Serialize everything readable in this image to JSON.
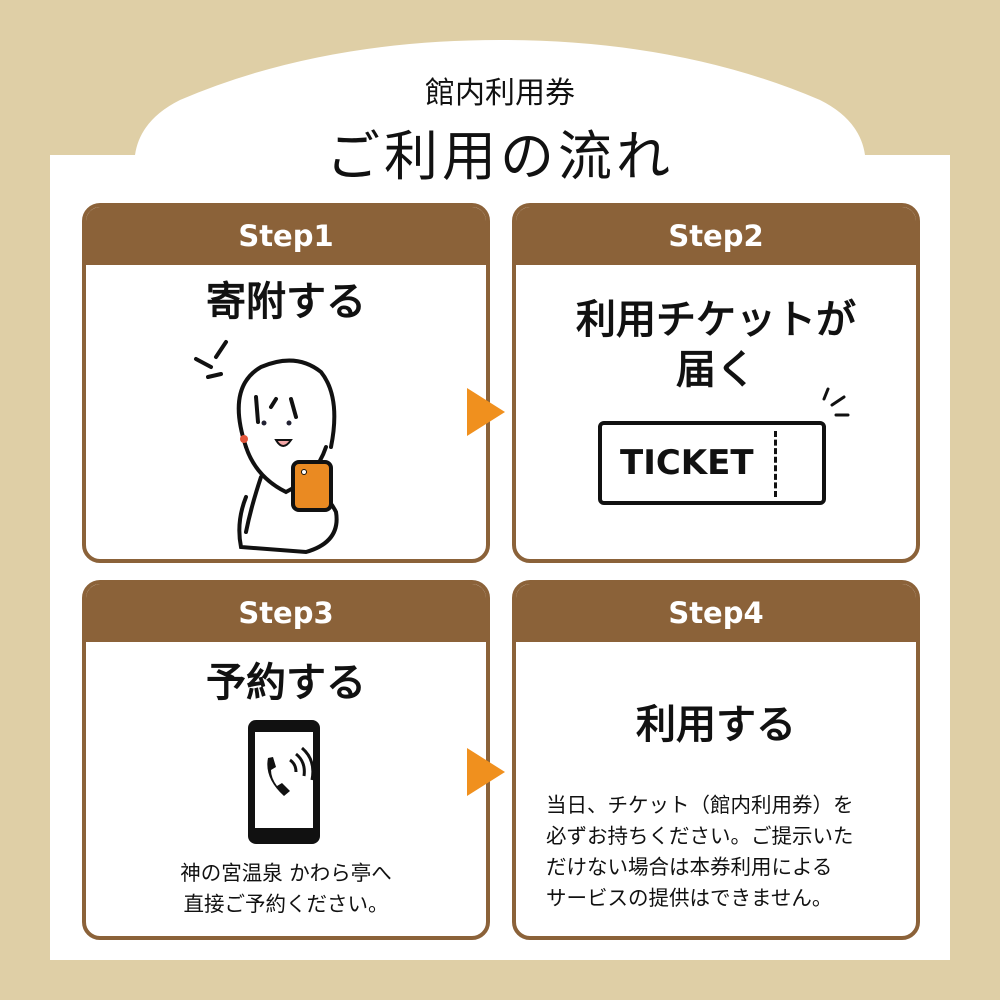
{
  "header": {
    "subtitle": "館内利用券",
    "title": "ご利用の流れ"
  },
  "colors": {
    "background": "#dfcfa6",
    "brown": "#8b6239",
    "orange": "#f0901e"
  },
  "steps": [
    {
      "label": "Step1",
      "heading": "寄附する",
      "icon": "woman-with-phone-illustration"
    },
    {
      "label": "Step2",
      "heading_line1": "利用チケットが",
      "heading_line2": "届く",
      "ticket_text": "TICKET",
      "icon": "ticket-icon"
    },
    {
      "label": "Step3",
      "heading": "予約する",
      "icon": "smartphone-call-icon",
      "note_line1": "神の宮温泉 かわら亭へ",
      "note_line2": "直接ご予約ください。"
    },
    {
      "label": "Step4",
      "heading": "利用する",
      "note_lines": [
        "当日、チケット（館内利用券）を",
        "必ずお持ちください。ご提示いた",
        "だけない場合は本券利用による",
        "サービスの提供はできません。"
      ]
    }
  ]
}
